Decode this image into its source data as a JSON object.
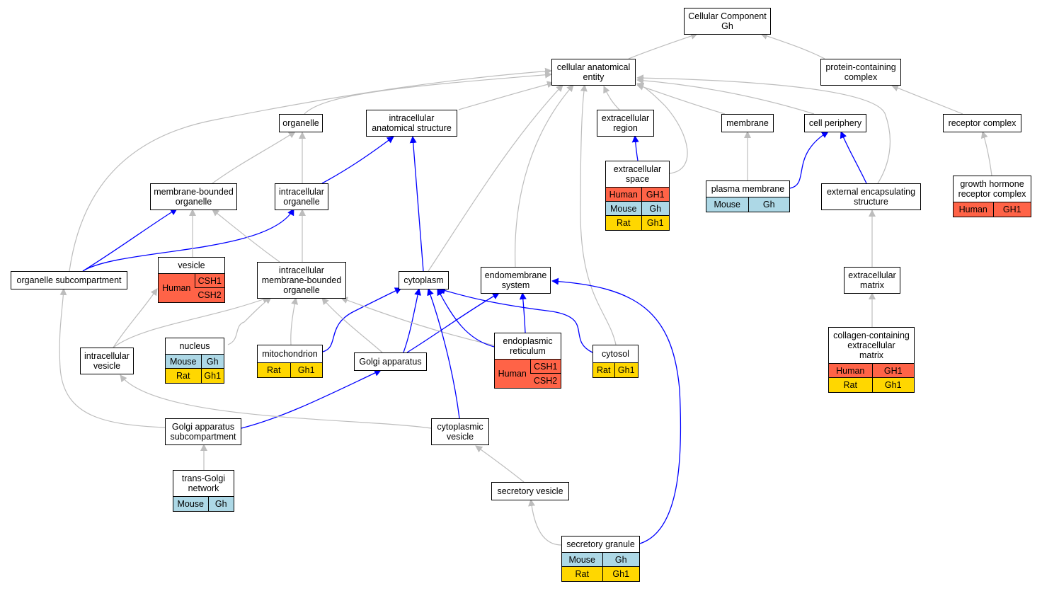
{
  "colors": {
    "is_a_edge": "#bdbdbd",
    "part_of_edge": "#0000ff",
    "Human": "#ff6347",
    "Mouse": "#add8e6",
    "Rat": "#ffd700"
  },
  "nodes": [
    {
      "id": "cc",
      "label": "Cellular Component\nGh"
    },
    {
      "id": "cae",
      "label": "cellular anatomical\nentity"
    },
    {
      "id": "pcc",
      "label": "protein-containing\ncomplex"
    },
    {
      "id": "organelle",
      "label": "organelle"
    },
    {
      "id": "ias",
      "label": "intracellular\nanatomical structure"
    },
    {
      "id": "exreg",
      "label": "extracellular\nregion"
    },
    {
      "id": "membrane",
      "label": "membrane"
    },
    {
      "id": "cellper",
      "label": "cell periphery"
    },
    {
      "id": "receptor",
      "label": "receptor complex"
    },
    {
      "id": "mbo",
      "label": "membrane-bounded\norganelle"
    },
    {
      "id": "intorg",
      "label": "intracellular\norganelle"
    },
    {
      "id": "exspace",
      "label": "extracellular\nspace",
      "annotations": [
        {
          "species": "Human",
          "genes": [
            "GH1"
          ]
        },
        {
          "species": "Mouse",
          "genes": [
            "Gh"
          ]
        },
        {
          "species": "Rat",
          "genes": [
            "Gh1"
          ]
        }
      ]
    },
    {
      "id": "plasma",
      "label": "plasma membrane",
      "annotations": [
        {
          "species": "Mouse",
          "genes": [
            "Gh"
          ]
        }
      ]
    },
    {
      "id": "ees",
      "label": "external encapsulating\nstructure"
    },
    {
      "id": "ghrc",
      "label": "growth hormone\nreceptor complex",
      "annotations": [
        {
          "species": "Human",
          "genes": [
            "GH1"
          ]
        }
      ]
    },
    {
      "id": "orgsub",
      "label": "organelle subcompartment"
    },
    {
      "id": "vesicle",
      "label": "vesicle",
      "annotations": [
        {
          "species": "Human",
          "genes": [
            "CSH1",
            "CSH2"
          ]
        }
      ]
    },
    {
      "id": "imbo",
      "label": "intracellular\nmembrane-bounded\norganelle"
    },
    {
      "id": "cytoplasm",
      "label": "cytoplasm"
    },
    {
      "id": "endo",
      "label": "endomembrane\nsystem"
    },
    {
      "id": "exmatrix",
      "label": "extracellular\nmatrix"
    },
    {
      "id": "nucleus",
      "label": "nucleus",
      "annotations": [
        {
          "species": "Mouse",
          "genes": [
            "Gh"
          ]
        },
        {
          "species": "Rat",
          "genes": [
            "Gh1"
          ]
        }
      ]
    },
    {
      "id": "mito",
      "label": "mitochondrion",
      "annotations": [
        {
          "species": "Rat",
          "genes": [
            "Gh1"
          ]
        }
      ]
    },
    {
      "id": "intves",
      "label": "intracellular\nvesicle"
    },
    {
      "id": "golgi",
      "label": "Golgi apparatus"
    },
    {
      "id": "er",
      "label": "endoplasmic\nreticulum",
      "annotations": [
        {
          "species": "Human",
          "genes": [
            "CSH1",
            "CSH2"
          ]
        }
      ]
    },
    {
      "id": "cytosol",
      "label": "cytosol",
      "annotations": [
        {
          "species": "Rat",
          "genes": [
            "Gh1"
          ]
        }
      ]
    },
    {
      "id": "collagen",
      "label": "collagen-containing\nextracellular\nmatrix",
      "annotations": [
        {
          "species": "Human",
          "genes": [
            "GH1"
          ]
        },
        {
          "species": "Rat",
          "genes": [
            "Gh1"
          ]
        }
      ]
    },
    {
      "id": "golgisub",
      "label": "Golgi apparatus\nsubcompartment"
    },
    {
      "id": "cytves",
      "label": "cytoplasmic\nvesicle"
    },
    {
      "id": "tgn",
      "label": "trans-Golgi\nnetwork",
      "annotations": [
        {
          "species": "Mouse",
          "genes": [
            "Gh"
          ]
        }
      ]
    },
    {
      "id": "secves",
      "label": "secretory vesicle"
    },
    {
      "id": "secgran",
      "label": "secretory granule",
      "annotations": [
        {
          "species": "Mouse",
          "genes": [
            "Gh"
          ]
        },
        {
          "species": "Rat",
          "genes": [
            "Gh1"
          ]
        }
      ]
    }
  ],
  "edges": [
    {
      "from": "cae",
      "to": "cc",
      "type": "is_a"
    },
    {
      "from": "pcc",
      "to": "cc",
      "type": "is_a"
    },
    {
      "from": "organelle",
      "to": "cae",
      "type": "is_a"
    },
    {
      "from": "ias",
      "to": "cae",
      "type": "is_a"
    },
    {
      "from": "exreg",
      "to": "cae",
      "type": "is_a"
    },
    {
      "from": "membrane",
      "to": "cae",
      "type": "is_a"
    },
    {
      "from": "cellper",
      "to": "cae",
      "type": "is_a"
    },
    {
      "from": "receptor",
      "to": "pcc",
      "type": "is_a"
    },
    {
      "from": "mbo",
      "to": "organelle",
      "type": "is_a"
    },
    {
      "from": "intorg",
      "to": "organelle",
      "type": "is_a"
    },
    {
      "from": "intorg",
      "to": "ias",
      "type": "part_of"
    },
    {
      "from": "exspace",
      "to": "exreg",
      "type": "part_of"
    },
    {
      "from": "exspace",
      "to": "cae",
      "type": "is_a"
    },
    {
      "from": "plasma",
      "to": "membrane",
      "type": "is_a"
    },
    {
      "from": "plasma",
      "to": "cellper",
      "type": "part_of"
    },
    {
      "from": "ees",
      "to": "cellper",
      "type": "part_of"
    },
    {
      "from": "ees",
      "to": "cae",
      "type": "is_a"
    },
    {
      "from": "ghrc",
      "to": "receptor",
      "type": "is_a"
    },
    {
      "from": "orgsub",
      "to": "cae",
      "type": "is_a"
    },
    {
      "from": "orgsub",
      "to": "mbo",
      "type": "part_of"
    },
    {
      "from": "orgsub",
      "to": "intorg",
      "type": "part_of"
    },
    {
      "from": "vesicle",
      "to": "mbo",
      "type": "is_a"
    },
    {
      "from": "imbo",
      "to": "mbo",
      "type": "is_a"
    },
    {
      "from": "imbo",
      "to": "intorg",
      "type": "is_a"
    },
    {
      "from": "cytoplasm",
      "to": "ias",
      "type": "part_of"
    },
    {
      "from": "cytoplasm",
      "to": "cae",
      "type": "is_a"
    },
    {
      "from": "endo",
      "to": "cae",
      "type": "is_a"
    },
    {
      "from": "exmatrix",
      "to": "ees",
      "type": "is_a"
    },
    {
      "from": "nucleus",
      "to": "imbo",
      "type": "is_a"
    },
    {
      "from": "mito",
      "to": "imbo",
      "type": "is_a"
    },
    {
      "from": "mito",
      "to": "cytoplasm",
      "type": "part_of"
    },
    {
      "from": "intves",
      "to": "vesicle",
      "type": "is_a"
    },
    {
      "from": "intves",
      "to": "imbo",
      "type": "is_a"
    },
    {
      "from": "golgi",
      "to": "imbo",
      "type": "is_a"
    },
    {
      "from": "golgi",
      "to": "cytoplasm",
      "type": "part_of"
    },
    {
      "from": "golgi",
      "to": "endo",
      "type": "part_of"
    },
    {
      "from": "er",
      "to": "imbo",
      "type": "is_a"
    },
    {
      "from": "er",
      "to": "cytoplasm",
      "type": "part_of"
    },
    {
      "from": "er",
      "to": "endo",
      "type": "part_of"
    },
    {
      "from": "cytosol",
      "to": "cytoplasm",
      "type": "part_of"
    },
    {
      "from": "cytosol",
      "to": "cae",
      "type": "is_a"
    },
    {
      "from": "collagen",
      "to": "exmatrix",
      "type": "is_a"
    },
    {
      "from": "golgisub",
      "to": "orgsub",
      "type": "is_a"
    },
    {
      "from": "golgisub",
      "to": "golgi",
      "type": "part_of"
    },
    {
      "from": "cytves",
      "to": "intves",
      "type": "is_a"
    },
    {
      "from": "cytves",
      "to": "cytoplasm",
      "type": "part_of"
    },
    {
      "from": "tgn",
      "to": "golgisub",
      "type": "is_a"
    },
    {
      "from": "secves",
      "to": "cytves",
      "type": "is_a"
    },
    {
      "from": "secgran",
      "to": "secves",
      "type": "is_a"
    },
    {
      "from": "secgran",
      "to": "endo",
      "type": "part_of"
    }
  ]
}
